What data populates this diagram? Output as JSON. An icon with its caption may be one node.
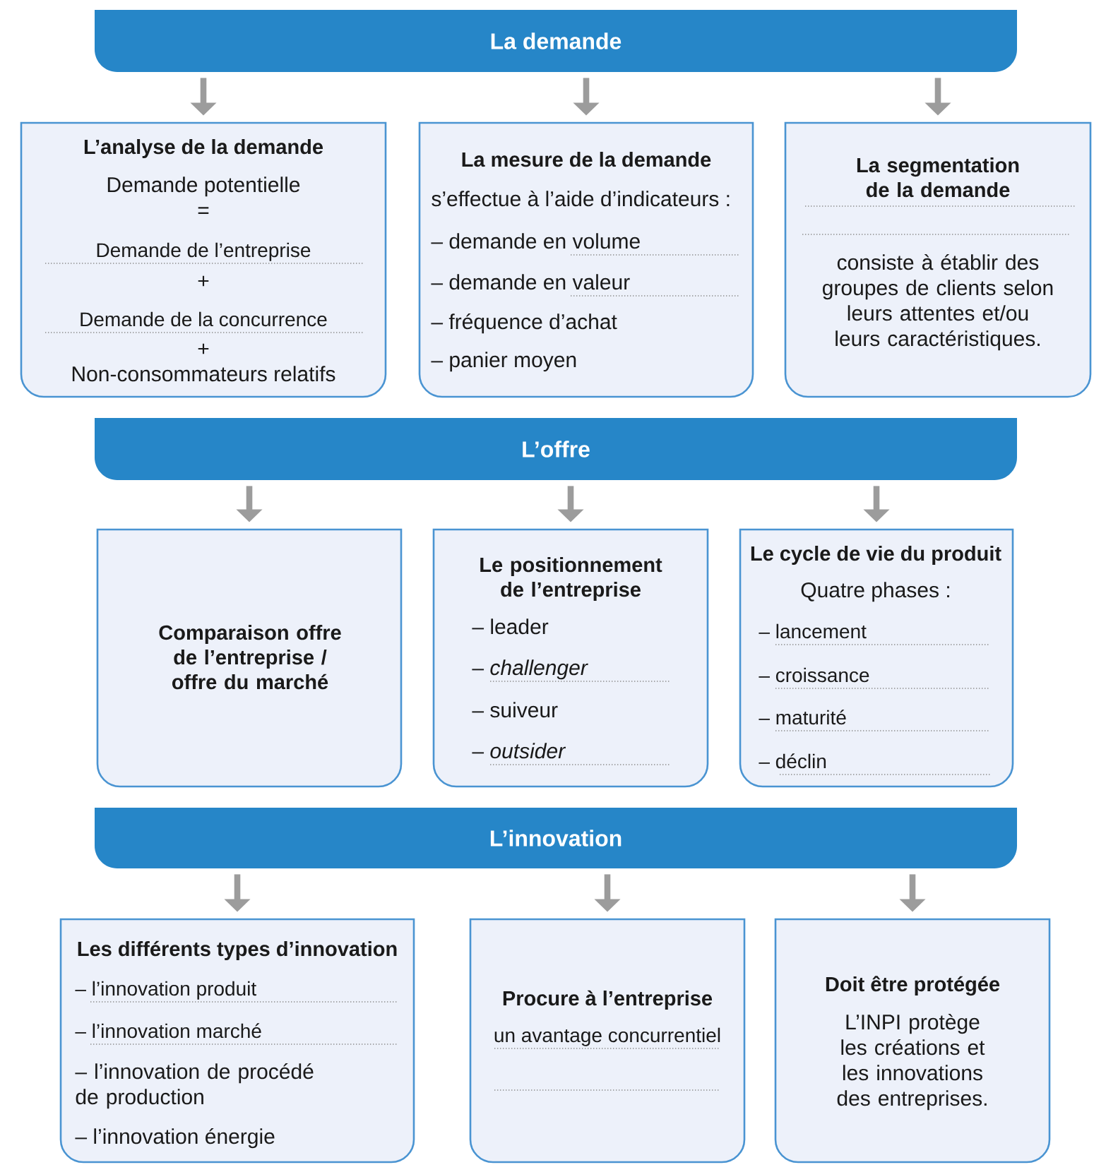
{
  "diagram": {
    "nodes": [
      {
        "text": [
          "La demande"
        ]
      },
      {
        "text": [
          "L’analyse de la demande",
          "Demande potentielle",
          "=",
          "Demande de l’entreprise",
          "+",
          "Demande de la concurrence",
          "+",
          "Non-consommateurs relatifs"
        ]
      },
      {
        "text": [
          "La mesure de la demande",
          "s’effectue à l’aide d’indicateurs :",
          "– demande en volume",
          "– demande en valeur",
          "– fréquence d’achat",
          "– panier moyen"
        ]
      },
      {
        "text": [
          "La segmentation de la demande",
          "consiste à établir des groupes de clients selon leurs attentes et/ou leurs caractéristiques."
        ]
      },
      {
        "text": [
          "L’offre"
        ]
      },
      {
        "text": [
          "Comparaison offre de l’entreprise / offre du marché"
        ]
      },
      {
        "text": [
          "Le positionnement de l’entreprise",
          "– leader",
          "– *challenger*",
          "– suiveur",
          "– *outsider*"
        ]
      },
      {
        "text": [
          "Le cycle de vie du produit",
          "Quatre phases :",
          "– lancement",
          "– croissance",
          "– maturité",
          "– déclin"
        ]
      },
      {
        "text": [
          "L’innovation"
        ]
      },
      {
        "text": [
          "Les différents types d’innovation",
          "– l’innovation produit",
          "– l’innovation marché",
          "– l’innovation de procédé de production",
          "– l’innovation énergie"
        ]
      },
      {
        "text": [
          "Procure à l’entreprise",
          "un avantage concurrentiel"
        ]
      },
      {
        "text": [
          "Doit être protégée",
          "L’INPI protège les créations et les innovations des entreprises."
        ]
      }
    ],
    "edges": [
      {
        "from": 0,
        "to": 1,
        "arrow": "to"
      },
      {
        "from": 0,
        "to": 2,
        "arrow": "to"
      },
      {
        "from": 0,
        "to": 3,
        "arrow": "to"
      },
      {
        "from": 4,
        "to": 5,
        "arrow": "to"
      },
      {
        "from": 4,
        "to": 6,
        "arrow": "to"
      },
      {
        "from": 4,
        "to": 7,
        "arrow": "to"
      },
      {
        "from": 8,
        "to": 9,
        "arrow": "to"
      },
      {
        "from": 8,
        "to": 10,
        "arrow": "to"
      },
      {
        "from": 8,
        "to": 11,
        "arrow": "to"
      }
    ]
  }
}
